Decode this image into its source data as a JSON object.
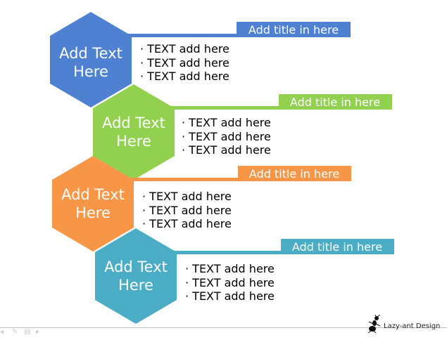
{
  "rows": [
    {
      "hex_line1": "Add Text",
      "hex_line2": "Here",
      "title": "Add title in here",
      "color": "#4f81d3",
      "bullets": [
        "· TEXT  add here",
        "· TEXT  add here",
        "· TEXT  add here"
      ]
    },
    {
      "hex_line1": "Add Text",
      "hex_line2": "Here",
      "title": "Add title in here",
      "color": "#92d050",
      "bullets": [
        "· TEXT  add here",
        "· TEXT  add here",
        "· TEXT  add here"
      ]
    },
    {
      "hex_line1": "Add Text",
      "hex_line2": "Here",
      "title": "Add title in here",
      "color": "#f79646",
      "bullets": [
        "· TEXT  add here",
        "· TEXT  add here",
        "· TEXT  add here"
      ]
    },
    {
      "hex_line1": "Add Text",
      "hex_line2": "Here",
      "title": "Add title in here",
      "color": "#4bacc6",
      "bullets": [
        "· TEXT  add here",
        "· TEXT  add here",
        "· TEXT  add here"
      ]
    }
  ],
  "footer": {
    "brand": "Lazy-ant Design",
    "toolbar_icons": [
      "arrow-left-icon",
      "pen-icon",
      "slides-icon",
      "pointer-icon"
    ]
  }
}
